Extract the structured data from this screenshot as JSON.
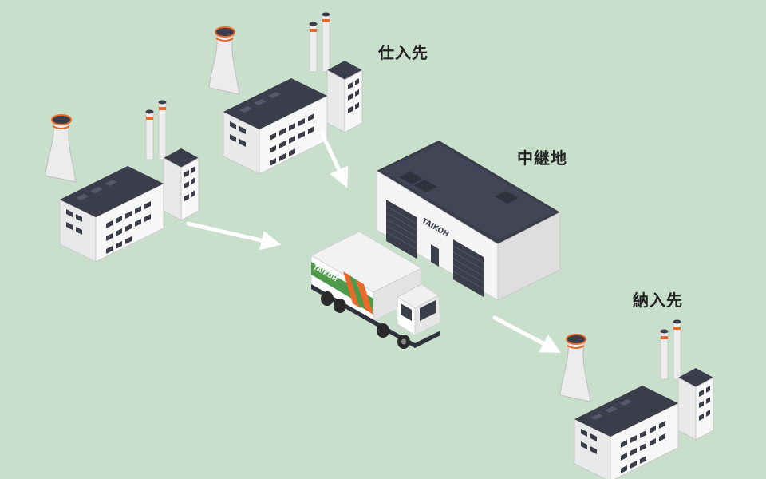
{
  "labels": {
    "supplier": "仕入先",
    "relay": "中継地",
    "destination": "納入先"
  },
  "brand": {
    "warehouse_logo": "TAIKOH",
    "truck_logo": "TAIKOH"
  },
  "colors": {
    "background": "#c8dfcb",
    "roof": "#3b3d4a",
    "wall_light": "#f4f4f4",
    "wall_shade": "#d9d9d9",
    "stripe_orange": "#e8692a",
    "stripe_green": "#4c9a4a",
    "arrow": "#ffffff"
  }
}
